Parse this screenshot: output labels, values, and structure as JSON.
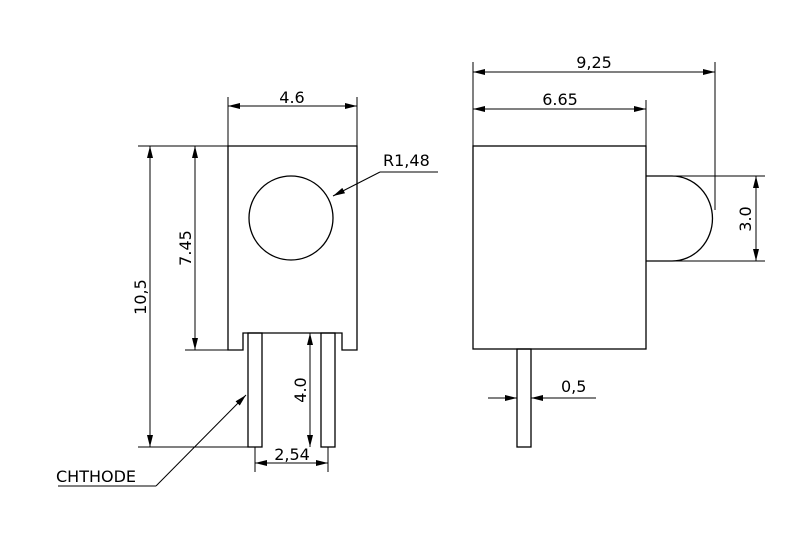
{
  "labels": {
    "front_width": "4.6",
    "hole_radius": "R1,48",
    "total_height": "10,5",
    "body_height": "7.45",
    "lead_length": "4.0",
    "lead_pitch": "2,54",
    "cathode": "CHTHODE",
    "side_total_length": "9,25",
    "side_body_length": "6.65",
    "lens_diameter": "3.0",
    "lead_thickness": "0,5"
  },
  "colors": {
    "line": "#000000",
    "background": "#ffffff"
  }
}
